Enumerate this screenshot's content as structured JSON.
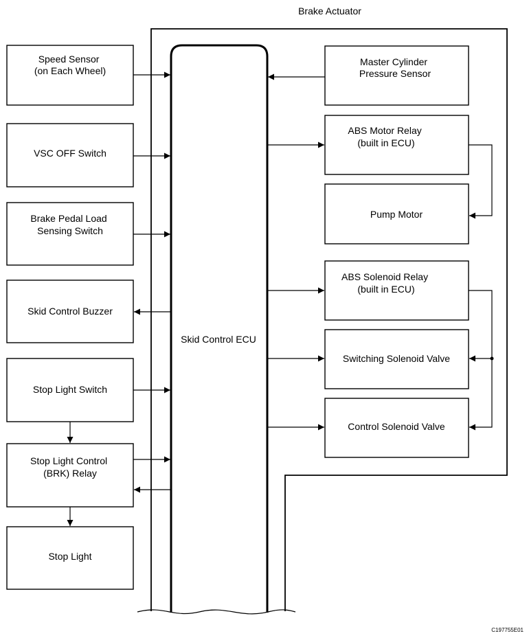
{
  "diagram": {
    "actuator_label": "Brake Actuator",
    "ecu_label": "Skid Control ECU",
    "figure_code": "C197755E01",
    "inputs": {
      "speed_sensor": [
        "Speed Sensor",
        "(on Each Wheel)"
      ],
      "vsc_off_switch": [
        "VSC OFF Switch"
      ],
      "brake_pedal_switch": [
        "Brake Pedal Load",
        "Sensing Switch"
      ],
      "skid_control_buzzer": [
        "Skid Control Buzzer"
      ],
      "stop_light_switch": [
        "Stop Light Switch"
      ],
      "stop_light_relay": [
        "Stop Light Control",
        "(BRK) Relay"
      ],
      "stop_light": [
        "Stop Light"
      ]
    },
    "actuator_parts": {
      "master_cylinder_sensor": [
        "Master Cylinder",
        "Pressure Sensor"
      ],
      "abs_motor_relay": [
        "ABS Motor Relay",
        "(built in ECU)"
      ],
      "pump_motor": [
        "Pump Motor"
      ],
      "abs_solenoid_relay": [
        "ABS Solenoid Relay",
        "(built in ECU)"
      ],
      "switching_solenoid_valve": [
        "Switching Solenoid Valve"
      ],
      "control_solenoid_valve": [
        "Control Solenoid Valve"
      ]
    }
  }
}
